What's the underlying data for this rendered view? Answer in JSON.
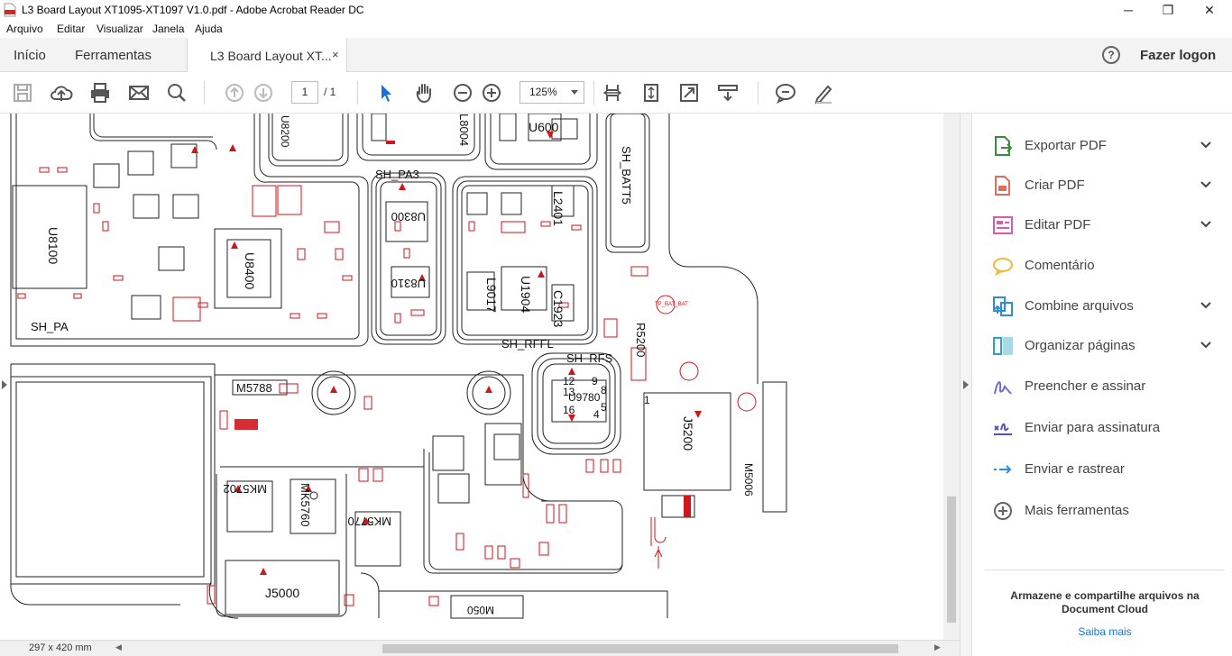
{
  "window": {
    "title": "L3 Board Layout XT1095-XT1097 V1.0.pdf - Adobe Acrobat Reader DC",
    "minimize": "─",
    "maximize": "❐",
    "close": "✕"
  },
  "menu": [
    "Arquivo",
    "Editar",
    "Visualizar",
    "Janela",
    "Ajuda"
  ],
  "tabs": {
    "home": "Início",
    "tools": "Ferramentas",
    "document": "L3 Board Layout XT...",
    "close": "×",
    "help": "?",
    "login": "Fazer logon"
  },
  "toolbar": {
    "page_current": "1",
    "page_total": "/ 1",
    "zoom": "125%",
    "icons": [
      "save-icon",
      "upload-icon",
      "print-icon",
      "mail-icon",
      "search-icon",
      "page-up-icon",
      "page-down-icon",
      "select-arrow-icon",
      "hand-icon",
      "zoom-out-icon",
      "zoom-in-icon",
      "fit-width-icon",
      "fit-page-icon",
      "full-screen-icon",
      "read-mode-icon",
      "comment-icon",
      "pen-icon"
    ]
  },
  "document": {
    "page_size": "297 x 420 mm",
    "labels": {
      "sh_pa": "SH_PA",
      "sh_pa3": "SH_PA3",
      "sh_batt5": "SH_BATT5",
      "sh_rffl": "SH_RFFL",
      "sh_rfs": "SH_RFS",
      "u8100": "U8100",
      "u8400": "U8400",
      "u8200": "U8200",
      "u8300": "U8300",
      "u8310": "U8310",
      "u1904": "U1904",
      "u9780": "U9780",
      "u600": "U600",
      "l2401": "L2401",
      "l9017": "L9017",
      "l8004": "L8004",
      "c1923": "C1923",
      "m5788": "M5788",
      "mk5760": "MK5760",
      "mk5702": "MK5702",
      "mk5770": "MK5770",
      "j5000": "J5000",
      "j5200": "J5200",
      "m050": "M050",
      "r5200": "R5200",
      "m5006": "M5006",
      "tp_bat": "TP_BAT_BAT",
      "pin12": "12",
      "pin9": "9",
      "pin13": "13",
      "pin8": "8",
      "pin16": "16",
      "pin4": "4",
      "pin5": "5",
      "pin1": "1"
    }
  },
  "tools_pane": {
    "items": [
      {
        "label": "Exportar PDF",
        "icon": "export-pdf-icon",
        "color": "#3b8c3b",
        "expand": true
      },
      {
        "label": "Criar PDF",
        "icon": "create-pdf-icon",
        "color": "#e06c5a",
        "expand": true
      },
      {
        "label": "Editar PDF",
        "icon": "edit-pdf-icon",
        "color": "#d65bb5",
        "expand": true
      },
      {
        "label": "Comentário",
        "icon": "comment-icon",
        "color": "#f2b935",
        "expand": false
      },
      {
        "label": "Combine arquivos",
        "icon": "combine-files-icon",
        "color": "#2d8dd6",
        "expand": true
      },
      {
        "label": "Organizar páginas",
        "icon": "organize-pages-icon",
        "color": "#2aa3c9",
        "expand": true
      },
      {
        "label": "Preencher e assinar",
        "icon": "fill-sign-icon",
        "color": "#6b6bd6",
        "expand": false
      },
      {
        "label": "Enviar para assinatura",
        "icon": "send-signature-icon",
        "color": "#5151c8",
        "expand": false
      },
      {
        "label": "Enviar e rastrear",
        "icon": "send-track-icon",
        "color": "#2f8be0",
        "expand": false
      },
      {
        "label": "Mais ferramentas",
        "icon": "more-tools-icon",
        "color": "#666666",
        "expand": false
      }
    ],
    "promo": "Armazene e compartilhe arquivos na Document Cloud",
    "learn_more": "Saiba mais"
  }
}
